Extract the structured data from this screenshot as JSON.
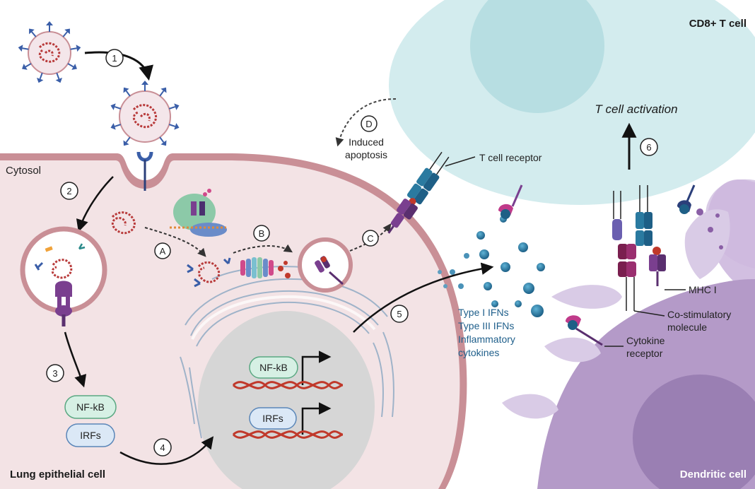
{
  "cells": {
    "epithelial": "Lung epithelial cell",
    "tcell": "CD8+ T cell",
    "dendritic": "Dendritic cell",
    "cytosol": "Cytosol"
  },
  "steps": {
    "s1": "1",
    "s2": "2",
    "s3": "3",
    "s4": "4",
    "s5": "5",
    "s6": "6",
    "sA": "A",
    "sB": "B",
    "sC": "C",
    "sD": "D"
  },
  "labels": {
    "induced_line1": "Induced",
    "induced_line2": "apoptosis",
    "tcr": "T cell receptor",
    "tcell_activation": "T cell activation",
    "mhc1": "MHC I",
    "costim_line1": "Co-stimulatory",
    "costim_line2": "molecule",
    "cytokine_receptor_line1": "Cytokine",
    "cytokine_receptor_line2": "receptor",
    "ifn1": "Type I IFNs",
    "ifn3": "Type III IFNs",
    "inflam1": "Inflammatory",
    "inflam2": "cytokines",
    "nfkb_cyto": "NF-kB",
    "irfs_cyto": "IRFs",
    "nfkb_nuc": "NF-kB",
    "irfs_nuc": "IRFs"
  },
  "colors": {
    "epithelial_fill": "#f3e3e5",
    "epithelial_membrane": "#c98f96",
    "tcell_fill": "#d3ecee",
    "tcell_nucleus": "#b7dee2",
    "dendritic_fill": "#b49ac8",
    "dendritic_light": "#d9cbe6",
    "nucleus": "#d6d6d6",
    "cytokine": "#2a7aa0",
    "virus_spike": "#3a5ea8",
    "rna": "#b83a3a",
    "dna_red": "#c0392b",
    "tf_green": "#d6f0e4",
    "tf_blue": "#dbe8f6"
  }
}
